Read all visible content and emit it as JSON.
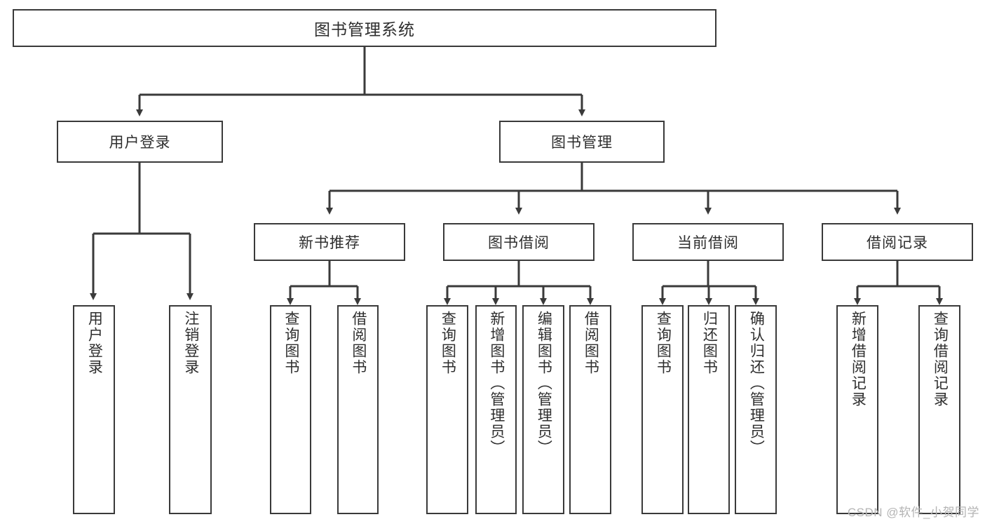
{
  "diagram": {
    "title": "图书管理系统",
    "type": "tree",
    "colors": {
      "box_border": "#3a3a3a",
      "box_fill": "#ffffff",
      "line": "#3a3a3a",
      "text": "#2e2e2e",
      "watermark": "#b4b4b4",
      "background": "#ffffff"
    },
    "root": {
      "label": "图书管理系统"
    },
    "level2": [
      {
        "label": "用户登录"
      },
      {
        "label": "图书管理"
      }
    ],
    "level3": [
      {
        "label": "新书推荐"
      },
      {
        "label": "图书借阅"
      },
      {
        "label": "当前借阅"
      },
      {
        "label": "借阅记录"
      }
    ],
    "leaves": {
      "user_login": [
        {
          "label": "用户登录"
        },
        {
          "label": "注销登录"
        }
      ],
      "new_book_recommend": [
        {
          "label": "查询图书"
        },
        {
          "label": "借阅图书"
        }
      ],
      "book_borrow": [
        {
          "label": "查询图书"
        },
        {
          "label": "新增图书（管理员）"
        },
        {
          "label": "编辑图书（管理员）"
        },
        {
          "label": "借阅图书"
        }
      ],
      "current_borrow": [
        {
          "label": "查询图书"
        },
        {
          "label": "归还图书"
        },
        {
          "label": "确认归还（管理员）"
        }
      ],
      "borrow_record": [
        {
          "label": "新增借阅记录"
        },
        {
          "label": "查询借阅记录"
        }
      ]
    }
  },
  "watermark": {
    "text": "CSDN @软件_小贺同学"
  }
}
